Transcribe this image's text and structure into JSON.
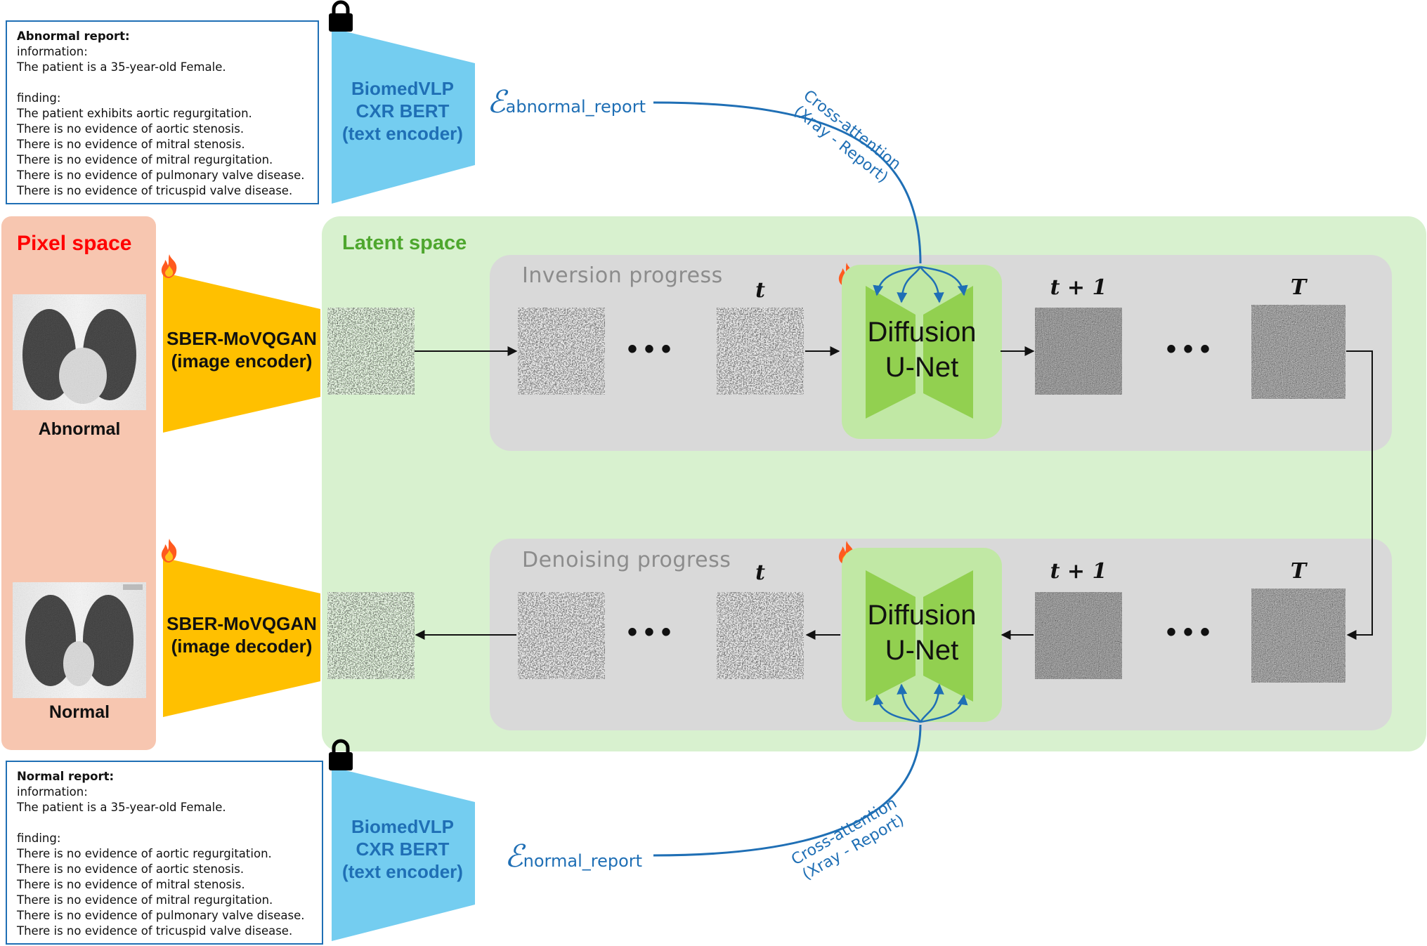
{
  "abnormal_report": {
    "title": "Abnormal report:",
    "lines": [
      "information:",
      "The patient is a 35-year-old Female.",
      "",
      "finding:",
      "The patient exhibits aortic regurgitation.",
      "There is no evidence of aortic stenosis.",
      "There is no evidence of mitral stenosis.",
      "There is no evidence of mitral regurgitation.",
      "There is no evidence of pulmonary valve disease.",
      "There is no evidence of tricuspid valve disease."
    ]
  },
  "normal_report": {
    "title": "Normal report:",
    "lines": [
      "information:",
      "The patient is a 35-year-old Female.",
      "",
      "finding:",
      "There is no evidence of aortic regurgitation.",
      "There is no evidence of aortic stenosis.",
      "There is no evidence of mitral stenosis.",
      "There is no evidence of mitral regurgitation.",
      "There is no evidence of pulmonary valve disease.",
      "There is no evidence of tricuspid valve disease."
    ]
  },
  "text_encoder": {
    "line1": "BiomedVLP",
    "line2": "CXR BERT",
    "line3": "(text encoder)"
  },
  "epsilon": {
    "symbol": "ℰ",
    "abnormal_sub": "abnormal_report",
    "normal_sub": "normal_report"
  },
  "cross_attention": {
    "line1": "Cross-attention",
    "line2": "(Xray - Report)"
  },
  "pixel_space": {
    "title": "Pixel space",
    "abnormal_label": "Abnormal",
    "normal_label": "Normal"
  },
  "latent_space": {
    "title": "Latent space"
  },
  "image_encoder": {
    "line1": "SBER-MoVQGAN",
    "line2": "(image encoder)"
  },
  "image_decoder": {
    "line1": "SBER-MoVQGAN",
    "line2": "(image decoder)"
  },
  "inversion": {
    "title": "Inversion progress"
  },
  "denoising": {
    "title": "Denoising progress"
  },
  "steps": {
    "t": "t",
    "t_plus_1": "t + 1",
    "T": "T",
    "dots": "•••"
  },
  "unet": {
    "line1": "Diffusion",
    "line2": "U-Net"
  },
  "colors": {
    "blue": "#1f6fb5",
    "light_blue": "#74cdf0",
    "orange": "#ffc000",
    "pixel_bg": "#f7c6b0",
    "latent_bg": "#d8f1cf",
    "progress_bg": "#d9d9d9",
    "unet_bg": "#c1e8a5",
    "unet_shape": "#92d050",
    "red": "#ff0000",
    "green": "#4ea72e"
  },
  "icons": {
    "lock": "lock-icon",
    "fire": "fire-icon"
  }
}
